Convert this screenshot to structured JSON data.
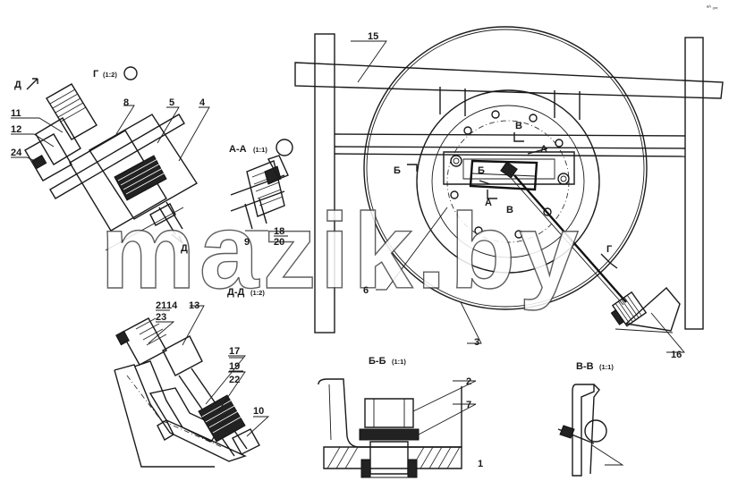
{
  "watermark": "mazik.by",
  "corner_mark": "ᵃᴬ ₒₙᵣ",
  "sections": {
    "g": {
      "letter": "Г",
      "scale": "(1:2)"
    },
    "aa": {
      "letter": "А-А",
      "scale": "(1:1)"
    },
    "dd": {
      "letter": "Д-Д",
      "scale": "(1:2)"
    },
    "bb": {
      "letter": "Б-Б",
      "scale": "(1:1)"
    },
    "vv": {
      "letter": "В-В",
      "scale": "(1:1)"
    }
  },
  "view_marks": {
    "d_top": "Д",
    "d_bottom": "Д",
    "a_top": "А",
    "a_bottom": "А",
    "b_left": "Б",
    "b_inner": "Б",
    "v_top": "В",
    "v_bottom": "В",
    "g_arrow": "Г"
  },
  "part_labels": {
    "p1": "1",
    "p2": "2",
    "p3": "3",
    "p4": "4",
    "p5": "5",
    "p6": "6",
    "p7": "7",
    "p8": "8",
    "p9": "9",
    "p10": "10",
    "p11": "11",
    "p12": "12",
    "p13": "13",
    "p14": "14",
    "p15": "15",
    "p16": "16",
    "p17": "17",
    "p18": "18",
    "p19": "19",
    "p20": "20",
    "p21": "21",
    "p22": "22",
    "p23": "23",
    "p24": "24"
  }
}
